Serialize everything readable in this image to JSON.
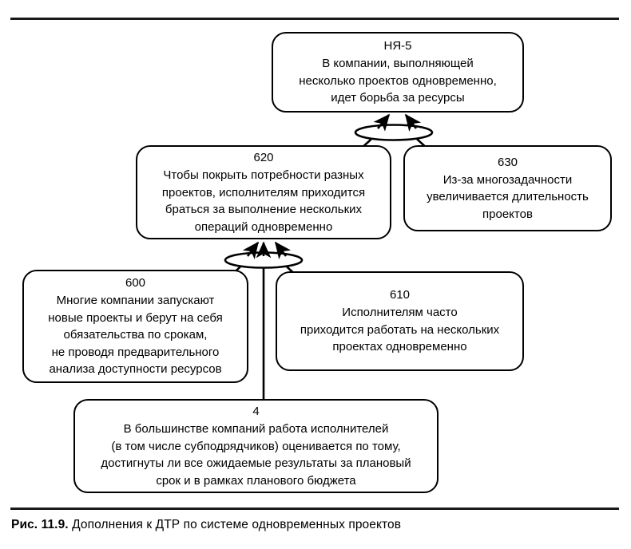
{
  "figure": {
    "caption_number": "Рис. 11.9.",
    "caption_text": "Дополнения к ДТР по системе одновременных проектов"
  },
  "diagram": {
    "type": "current-reality-tree",
    "nodes": [
      {
        "key": "ny5",
        "id": "НЯ-5",
        "text": "В компании, выполняющей\nнесколько проектов одновременно,\nидет борьба за ресурсы"
      },
      {
        "key": "n620",
        "id": "620",
        "text": "Чтобы покрыть потребности разных\nпроектов, исполнителям приходится\nбраться за выполнение нескольких\nопераций одновременно"
      },
      {
        "key": "n630",
        "id": "630",
        "text": "Из-за многозадачности\nувеличивается длительность\nпроектов"
      },
      {
        "key": "n600",
        "id": "600",
        "text": "Многие компании запускают\nновые проекты и берут на себя\nобязательства по срокам,\nне проводя предварительного\nанализа доступности ресурсов"
      },
      {
        "key": "n610",
        "id": "610",
        "text": "Исполнителям часто\nприходится работать на нескольких\nпроектах одновременно"
      },
      {
        "key": "n4",
        "id": "4",
        "text": "В большинстве компаний работа исполнителей\n(в том числе субподрядчиков) оценивается по тому,\nдостигнуты ли все ожидаемые результаты за плановый\nсрок и в рамках планового бюджета"
      }
    ],
    "connectors": [
      {
        "key": "and-upper",
        "name": "and-ellipse-upper",
        "inputs": [
          "620",
          "630"
        ],
        "output": "НЯ-5"
      },
      {
        "key": "and-lower",
        "name": "and-ellipse-lower",
        "inputs": [
          "600",
          "610",
          "4"
        ],
        "output": "620"
      }
    ],
    "colors": {
      "stroke": "#000000",
      "fill": "#ffffff",
      "rule": "#1a1a1a"
    }
  }
}
